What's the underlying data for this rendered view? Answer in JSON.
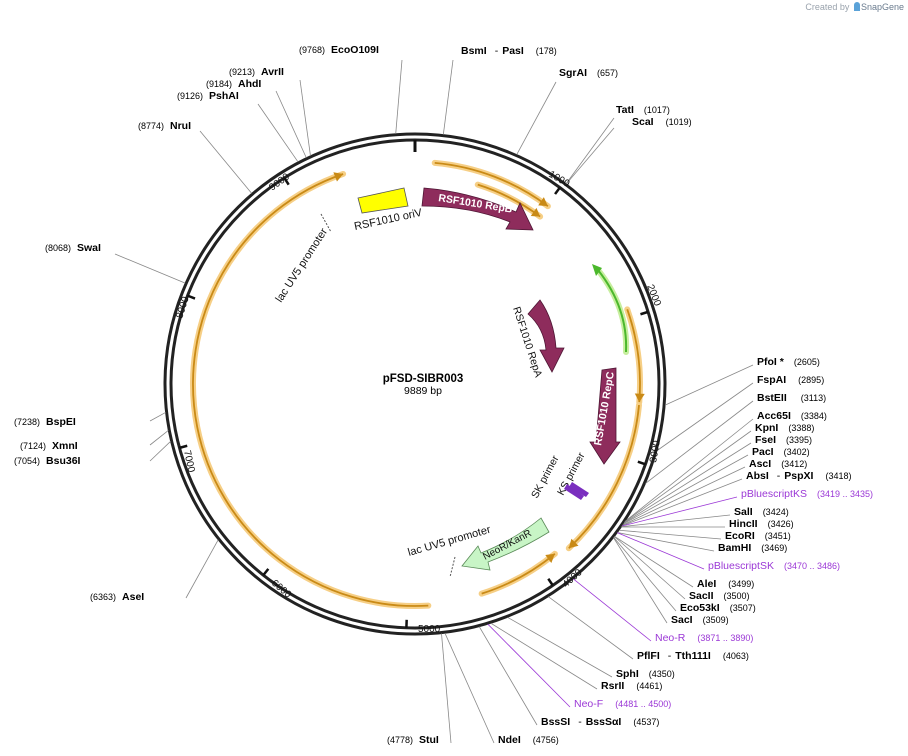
{
  "credit": {
    "prefix": "Created by",
    "brand": "SnapGene"
  },
  "plasmid": {
    "name": "pFSD-SIBR003",
    "length_text": "9889 bp",
    "length": 9889
  },
  "colors": {
    "backbone": "#222222",
    "orf": "#c98a16",
    "orf_glow": "#f6cf86",
    "repB": "#8e2c5c",
    "oriV": "#ffff00",
    "neo": "#c8f5c6",
    "green_arrow": "#4bb82c",
    "primer": "#7a2fbf",
    "site_purple": "#9b38d6"
  },
  "ticks": [
    "1000",
    "2000",
    "3000",
    "4000",
    "5000",
    "6000",
    "7000",
    "8000",
    "9000"
  ],
  "features": [
    {
      "id": "rsf1010-repb",
      "label": "RSF1010 RepB",
      "kind": "arrow"
    },
    {
      "id": "rsf1010-repa",
      "label": "RSF1010 RepA",
      "kind": "arrow"
    },
    {
      "id": "rsf1010-repc",
      "label": "RSF1010 RepC",
      "kind": "arrow"
    },
    {
      "id": "rsf1010-oriv",
      "label": "RSF1010 oriV",
      "kind": "box"
    },
    {
      "id": "neor-kanr",
      "label": "NeoR/KanR",
      "kind": "arrow"
    },
    {
      "id": "lac-uv5-promoter-1",
      "label": "lac UV5 promoter",
      "kind": "promoter"
    },
    {
      "id": "lac-uv5-promoter-2",
      "label": "lac UV5 promoter",
      "kind": "promoter"
    },
    {
      "id": "sk-primer",
      "label": "SK primer",
      "kind": "primer"
    },
    {
      "id": "ks-primer",
      "label": "KS primer",
      "kind": "primer"
    }
  ],
  "sites": [
    {
      "name": "EcoO109I",
      "pos": "(9768)",
      "bp": 9768
    },
    {
      "name": "BsmI",
      "extra": "PasI",
      "pos": "(178)",
      "bp": 178
    },
    {
      "name": "SgrAI",
      "pos": "(657)",
      "bp": 657
    },
    {
      "name": "TatI",
      "pos": "(1017)",
      "bp": 1017
    },
    {
      "name": "ScaI",
      "pos": "(1019)",
      "bp": 1019
    },
    {
      "name": "AvrII",
      "pos": "(9213)",
      "bp": 9213
    },
    {
      "name": "AhdI",
      "pos": "(9184)",
      "bp": 9184
    },
    {
      "name": "PshAI",
      "pos": "(9126)",
      "bp": 9126
    },
    {
      "name": "NruI",
      "pos": "(8774)",
      "bp": 8774
    },
    {
      "name": "SwaI",
      "pos": "(8068)",
      "bp": 8068
    },
    {
      "name": "BspEI",
      "pos": "(7238)",
      "bp": 7238
    },
    {
      "name": "XmnI",
      "pos": "(7124)",
      "bp": 7124
    },
    {
      "name": "Bsu36I",
      "pos": "(7054)",
      "bp": 7054
    },
    {
      "name": "AseI",
      "pos": "(6363)",
      "bp": 6363
    },
    {
      "name": "PfoI *",
      "pos": "(2605)",
      "bp": 2605
    },
    {
      "name": "FspAI",
      "pos": "(2895)",
      "bp": 2895
    },
    {
      "name": "BstEII",
      "pos": "(3113)",
      "bp": 3113
    },
    {
      "name": "Acc65I",
      "pos": "(3384)",
      "bp": 3384
    },
    {
      "name": "KpnI",
      "pos": "(3388)",
      "bp": 3388
    },
    {
      "name": "FseI",
      "pos": "(3395)",
      "bp": 3395
    },
    {
      "name": "PacI",
      "pos": "(3402)",
      "bp": 3402
    },
    {
      "name": "AscI",
      "pos": "(3412)",
      "bp": 3412
    },
    {
      "name": "AbsI",
      "extra": "PspXI",
      "pos": "(3418)",
      "bp": 3418
    },
    {
      "name": "pBluescriptKS",
      "pos": "(3419 .. 3435)",
      "bp": 3419,
      "purple": true
    },
    {
      "name": "SalI",
      "pos": "(3424)",
      "bp": 3424
    },
    {
      "name": "HincII",
      "pos": "(3426)",
      "bp": 3426
    },
    {
      "name": "EcoRI",
      "pos": "(3451)",
      "bp": 3451
    },
    {
      "name": "BamHI",
      "pos": "(3469)",
      "bp": 3469
    },
    {
      "name": "pBluescriptSK",
      "pos": "(3470 .. 3486)",
      "bp": 3470,
      "purple": true
    },
    {
      "name": "AleI",
      "pos": "(3499)",
      "bp": 3499
    },
    {
      "name": "SacII",
      "pos": "(3500)",
      "bp": 3500
    },
    {
      "name": "Eco53kI",
      "pos": "(3507)",
      "bp": 3507
    },
    {
      "name": "SacI",
      "pos": "(3509)",
      "bp": 3509
    },
    {
      "name": "Neo-R",
      "pos": "(3871 .. 3890)",
      "bp": 3871,
      "purple": true
    },
    {
      "name": "PflFI",
      "extra": "Tth111I",
      "pos": "(4063)",
      "bp": 4063
    },
    {
      "name": "SphI",
      "pos": "(4350)",
      "bp": 4350
    },
    {
      "name": "RsrII",
      "pos": "(4461)",
      "bp": 4461
    },
    {
      "name": "Neo-F",
      "pos": "(4481 .. 4500)",
      "bp": 4481,
      "purple": true
    },
    {
      "name": "BssSI",
      "extra": "BssSαI",
      "pos": "(4537)",
      "bp": 4537
    },
    {
      "name": "NdeI",
      "pos": "(4756)",
      "bp": 4756
    },
    {
      "name": "StuI",
      "pos": "(4778)",
      "bp": 4778
    }
  ]
}
